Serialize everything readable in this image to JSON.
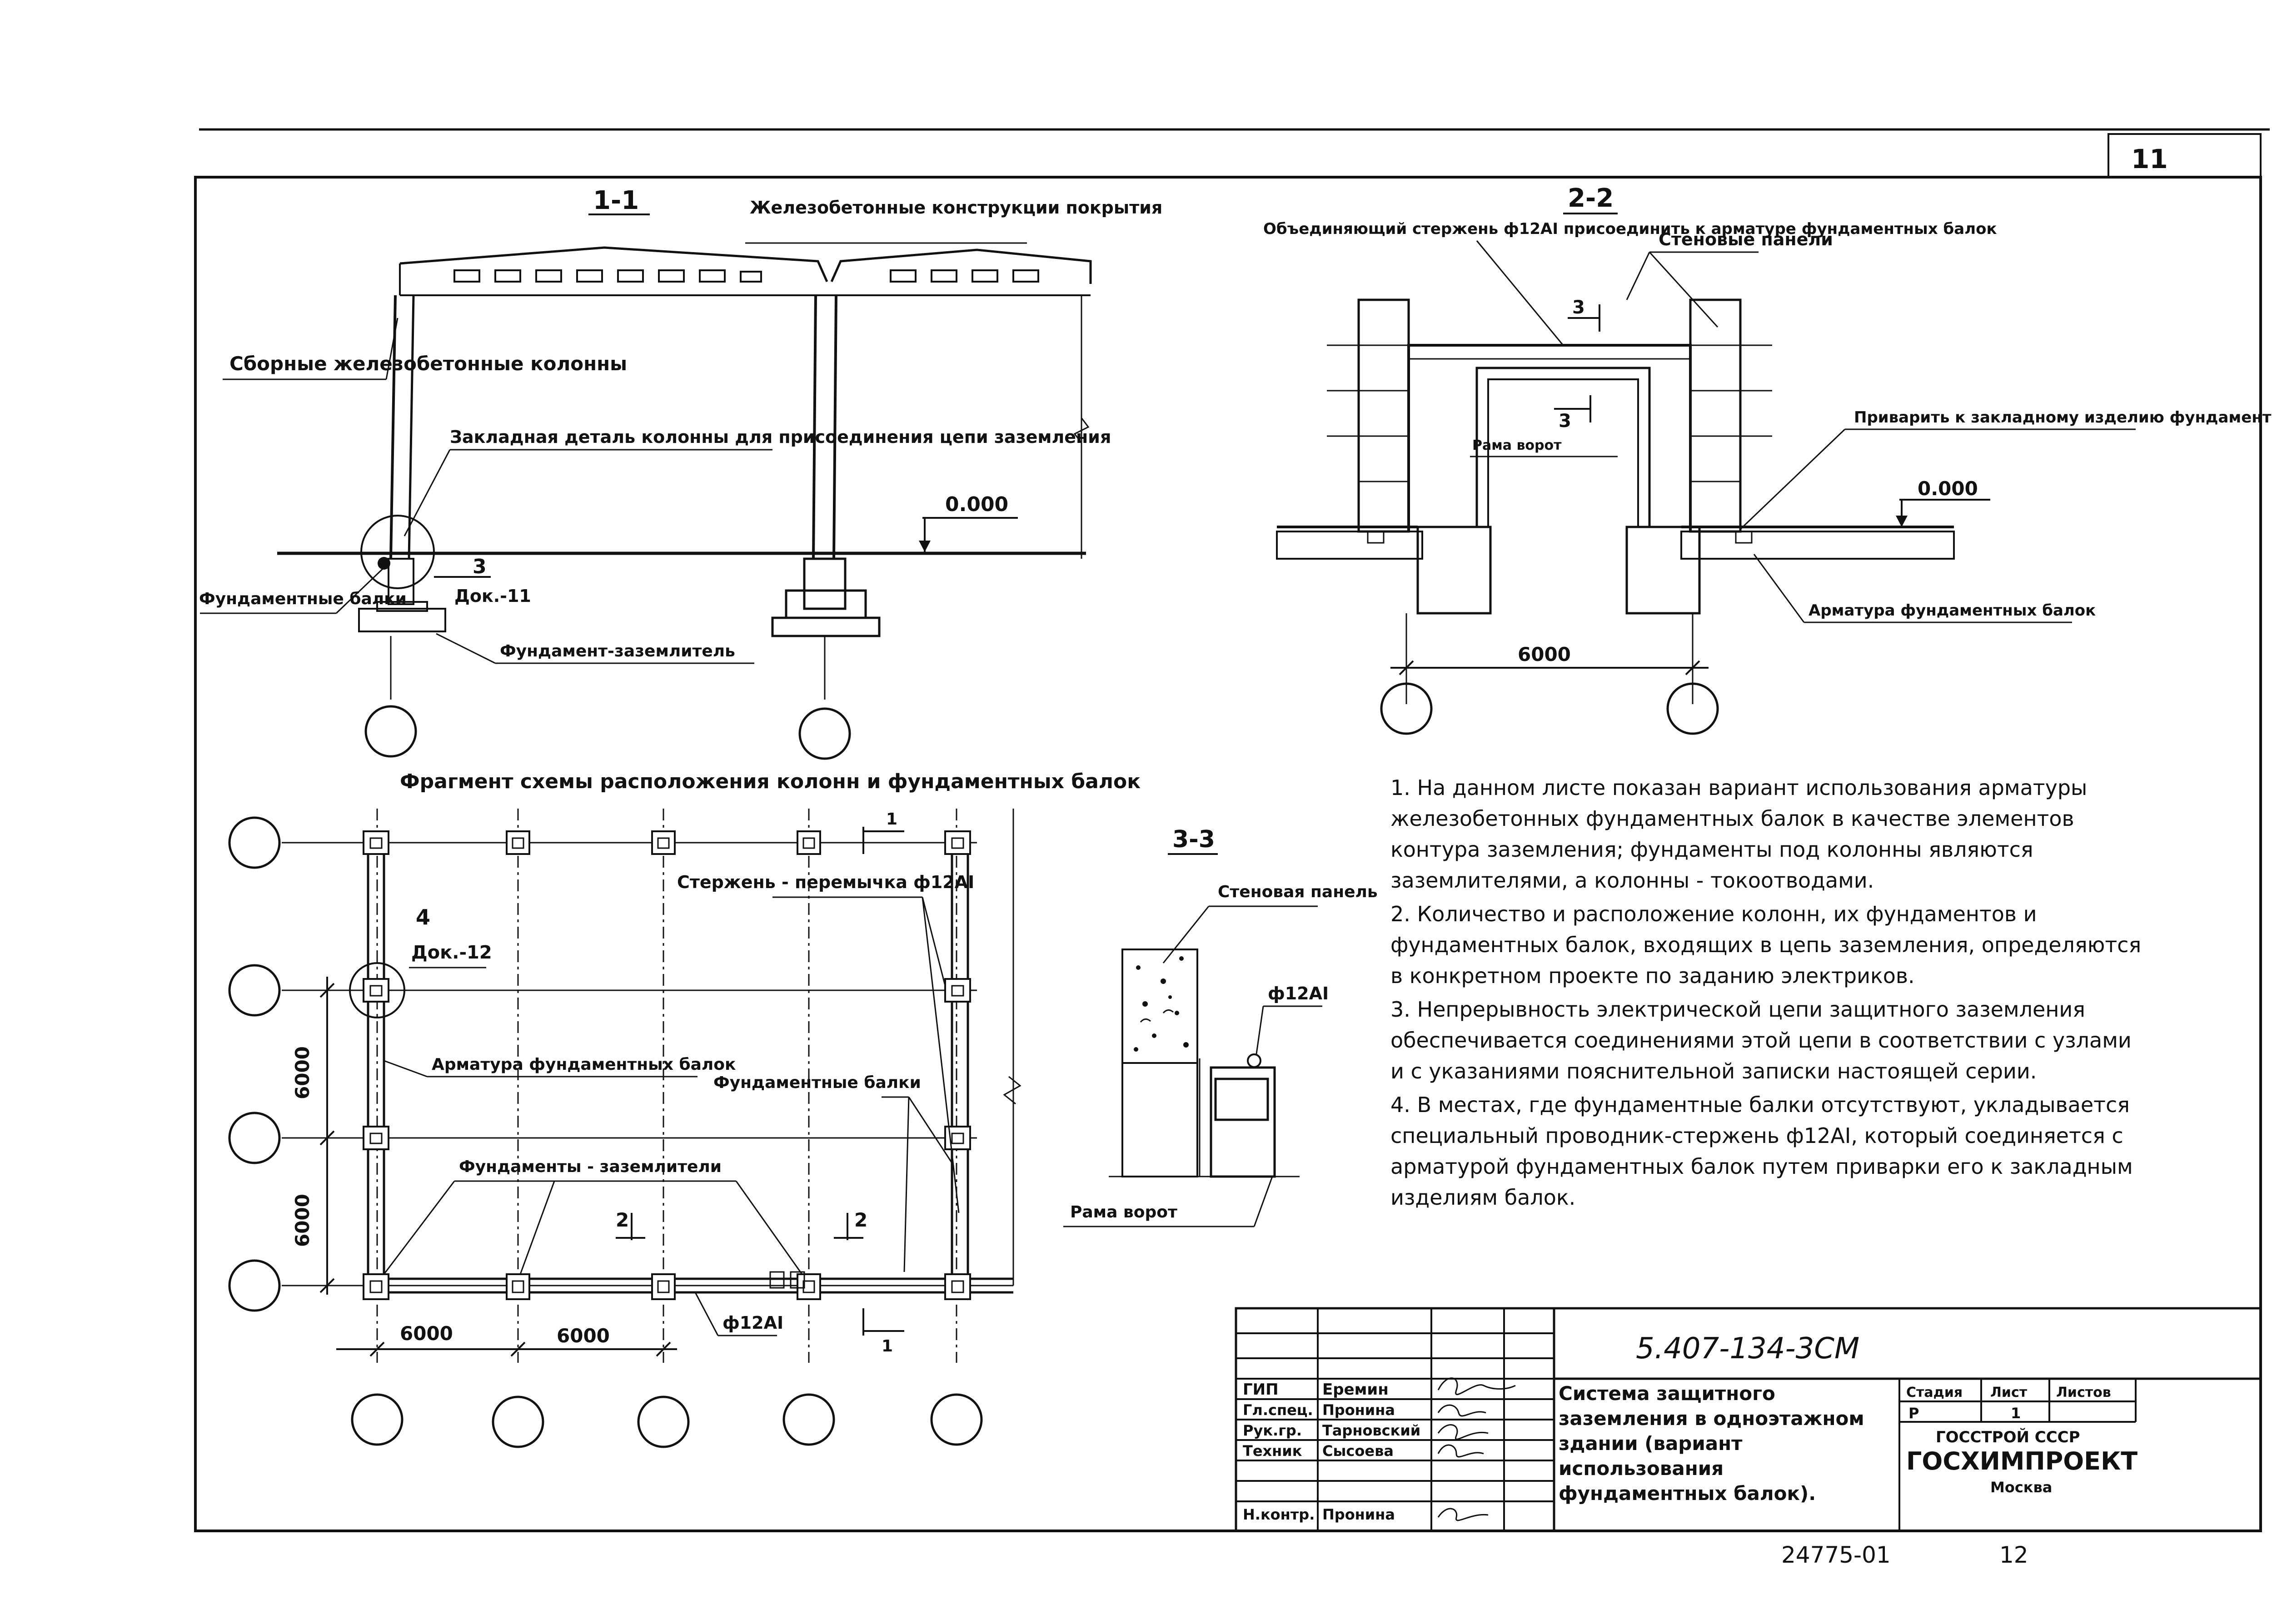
{
  "sheet": {
    "sheet_number": "11",
    "archive_number": "24775-01",
    "page_number": "12"
  },
  "section_1_1": {
    "title": "1-1",
    "roof_label": "Железобетонные конструкции покрытия",
    "columns_label": "Сборные железобетонные колонны",
    "embedded_part_label": "Закладная деталь колонны для присоединения цепи заземления",
    "level": "0.000",
    "node_ref_number": "3",
    "node_ref_doc": "Док.-11",
    "beams_label": "Фундаментные балки",
    "foundation_label": "Фундамент-заземлитель"
  },
  "section_2_2": {
    "title": "2-2",
    "rod_label": "Объединяющий стержень ф12AI присоединить к арматуре фундаментных балок",
    "wall_panels_label": "Стеновые панели",
    "weld_label": "Приварить к закладному изделию фундаментной балки",
    "level": "0.000",
    "cut_label": "3",
    "gate_frame_label": "Рама ворот",
    "rebar_label": "Арматура фундаментных балок",
    "span": "6000"
  },
  "plan": {
    "title": "Фрагмент схемы расположения колонн и фундаментных балок",
    "jumper_label": "Стержень - перемычка ф12AI",
    "node_ref_number": "4",
    "node_ref_doc": "Док.-12",
    "rebar_label": "Арматура фундаментных балок",
    "beams_label": "Фундаментные балки",
    "grounding_label": "Фундаменты - заземлители",
    "cut_2": "2",
    "cut_1": "1",
    "rod_label": "ф12AI",
    "dim_x": [
      "6000",
      "6000"
    ],
    "dim_y": [
      "6000",
      "6000"
    ]
  },
  "section_3_3": {
    "title": "3-3",
    "panel_label": "Стеновая панель",
    "rod_label": "ф12AI",
    "gate_label": "Рама ворот"
  },
  "notes": [
    "1. На данном листе показан вариант использования арматуры железобетонных фундаментных балок в качестве элементов контура заземления; фундаменты под колонны являются заземлителями, а колонны - токоотводами.",
    "2. Количество и расположение колонн, их фундаментов и фундаментных балок, входящих в цепь заземления, определяются в конкретном проекте по заданию электриков.",
    "3. Непрерывность электрической цепи защитного заземления обеспечивается соединениями этой цепи в соответствии с узлами и с указаниями пояснительной записки настоящей серии.",
    "4. В местах, где фундаментные балки отсутствуют, укладывается специальный проводник-стержень ф12AI, который соединяется с арматурой фундаментных балок путем приварки его к закладным изделиям балок."
  ],
  "title_block": {
    "doc_code": "5.407-134-3СМ",
    "drawing_title": "Система защитного заземления в одноэтажном здании (вариант использования фундаментных балок).",
    "stage_header": "Стадия",
    "sheet_header": "Лист",
    "sheets_header": "Листов",
    "stage": "Р",
    "sheet": "1",
    "org_line1": "ГОССТРОЙ СССР",
    "org_line2": "ГОСХИМПРОЕКТ",
    "city": "Москва",
    "roles": [
      {
        "role": "ГИП",
        "name": "Еремин"
      },
      {
        "role": "Гл.спец.",
        "name": "Пронина"
      },
      {
        "role": "Рук.гр.",
        "name": "Тарновский"
      },
      {
        "role": "Техник",
        "name": "Сысоева"
      },
      {
        "role": "Н.контр.",
        "name": "Пронина"
      }
    ]
  }
}
